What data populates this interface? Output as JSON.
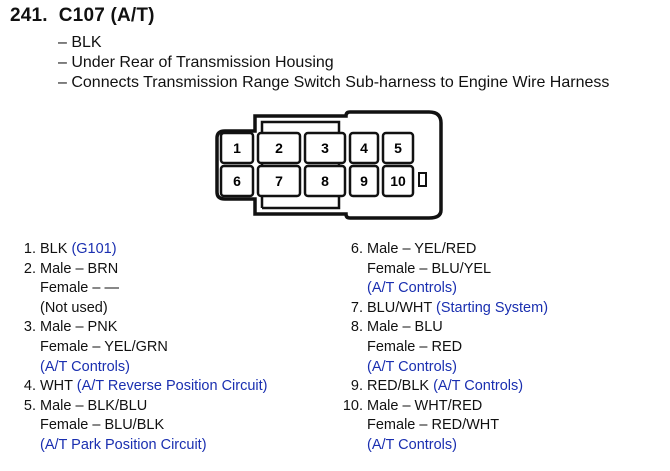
{
  "header": {
    "number": "241.",
    "code": "C107 (A/T)",
    "details": [
      "– BLK",
      "– Under Rear of Transmission Housing",
      "– Connects Transmission Range Switch Sub-harness to Engine Wire Harness"
    ]
  },
  "connector": {
    "pins_top": [
      "1",
      "2",
      "3",
      "4",
      "5"
    ],
    "pins_bottom": [
      "6",
      "7",
      "8",
      "9",
      "10"
    ]
  },
  "pins": [
    {
      "num": "1.",
      "lines": [
        {
          "text": "BLK ",
          "link": "(G101)"
        }
      ]
    },
    {
      "num": "2.",
      "lines": [
        {
          "text": "Male – BRN"
        },
        {
          "text": "Female – —"
        },
        {
          "text": "(Not used)"
        }
      ]
    },
    {
      "num": "3.",
      "lines": [
        {
          "text": "Male – PNK"
        },
        {
          "text": "Female – YEL/GRN"
        },
        {
          "text": "",
          "link": "(A/T Controls)"
        }
      ]
    },
    {
      "num": "4.",
      "lines": [
        {
          "text": "WHT ",
          "link": "(A/T Reverse Position Circuit)"
        }
      ]
    },
    {
      "num": "5.",
      "lines": [
        {
          "text": "Male – BLK/BLU"
        },
        {
          "text": "Female – BLU/BLK"
        },
        {
          "text": "",
          "link": "(A/T Park Position Circuit)"
        }
      ]
    },
    {
      "num": "6.",
      "lines": [
        {
          "text": "Male – YEL/RED"
        },
        {
          "text": "Female – BLU/YEL"
        },
        {
          "text": "",
          "link": "(A/T Controls)"
        }
      ]
    },
    {
      "num": "7.",
      "lines": [
        {
          "text": "BLU/WHT ",
          "link": "(Starting System)"
        }
      ]
    },
    {
      "num": "8.",
      "lines": [
        {
          "text": "Male – BLU"
        },
        {
          "text": "Female – RED"
        },
        {
          "text": "",
          "link": "(A/T Controls)"
        }
      ]
    },
    {
      "num": "9.",
      "lines": [
        {
          "text": "RED/BLK ",
          "link": "(A/T Controls)"
        }
      ]
    },
    {
      "num": "10.",
      "lines": [
        {
          "text": "Male – WHT/RED"
        },
        {
          "text": "Female – RED/WHT"
        },
        {
          "text": "",
          "link": "(A/T Controls)"
        }
      ]
    }
  ],
  "colors": {
    "link": "#1a2fb0",
    "text": "#111111"
  }
}
